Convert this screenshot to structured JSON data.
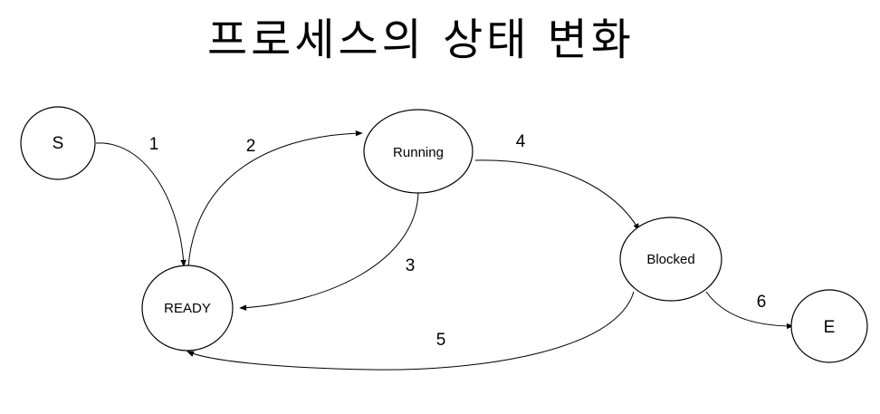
{
  "title": "프로세스의 상태 변화",
  "nodes": {
    "s": "S",
    "ready": "READY",
    "running": "Running",
    "blocked": "Blocked",
    "e": "E"
  },
  "edges": {
    "e1": "1",
    "e2": "2",
    "e3": "3",
    "e4": "4",
    "e5": "5",
    "e6": "6"
  }
}
